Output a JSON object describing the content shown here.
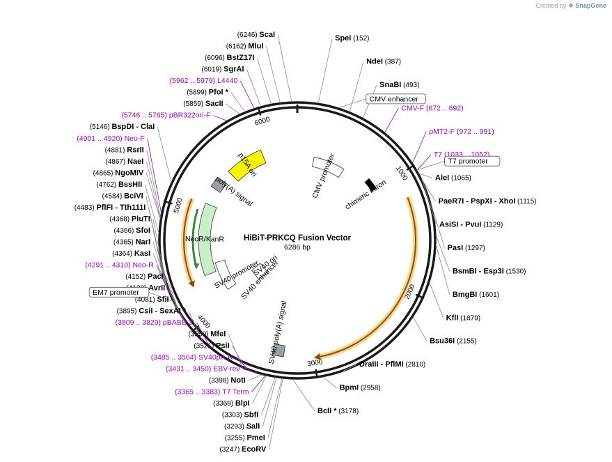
{
  "watermark": {
    "prefix": "Created by",
    "brand": "SnapGene"
  },
  "title": "HiBiT-PRKCQ Fusion Vector",
  "length_label": "6286 bp",
  "total_bp": 6286,
  "tick_labels": [
    {
      "bp": 1000,
      "text": "1000"
    },
    {
      "bp": 2000,
      "text": "2000"
    },
    {
      "bp": 3000,
      "text": "3000"
    },
    {
      "bp": 4000,
      "text": "4000"
    },
    {
      "bp": 5000,
      "text": "5000"
    },
    {
      "bp": 6000,
      "text": "6000"
    }
  ],
  "features": [
    {
      "name": "CMV promoter",
      "start": 200,
      "end": 580,
      "color": "#ffffff",
      "type": "promoter"
    },
    {
      "name": "chimeric intron",
      "start": 860,
      "end": 990,
      "color": "#000000",
      "type": "intron"
    },
    {
      "name": "SV40 ori",
      "start": 3970,
      "end": 4090,
      "color": "#f5f500",
      "type": "box"
    },
    {
      "name": "SV40 enhancer",
      "start": 3970,
      "end": 4090,
      "color": "#ffffff",
      "type": "box"
    },
    {
      "name": "SV40 promoter",
      "start": 4100,
      "end": 4450,
      "color": "#ffffff",
      "type": "promoter"
    },
    {
      "name": "SV40 poly(A) signal",
      "start": 3250,
      "end": 3370,
      "color": "#9aa0a6",
      "type": "box"
    },
    {
      "name": "NeoR/KanR",
      "start": 4350,
      "end": 5100,
      "color": "#c8f0c8",
      "type": "gene"
    },
    {
      "name": "poly(A) signal",
      "start": 5300,
      "end": 5360,
      "color": "#9aa0a6",
      "type": "box"
    },
    {
      "name": "p15A ori",
      "start": 5500,
      "end": 5900,
      "color": "#f5f500",
      "type": "ori"
    }
  ],
  "orf_arcs": [
    {
      "start": 1200,
      "end": 2960,
      "dir": "cw"
    },
    {
      "start": 4330,
      "end": 5090,
      "dir": "ccw"
    }
  ],
  "enzymes_right": [
    {
      "name": "SpeI",
      "pos": "(152)",
      "bp": 152
    },
    {
      "name": "NdeI",
      "pos": "(387)",
      "bp": 387
    },
    {
      "name": "SnaBI",
      "pos": "(493)",
      "bp": 493
    },
    {
      "name": "AleI",
      "pos": "(1065)",
      "bp": 1065
    },
    {
      "name": "PaeR7I - PspXI - XhoI",
      "pos": "(1115)",
      "bp": 1115
    },
    {
      "name": "AsiSI - PvuI",
      "pos": "(1129)",
      "bp": 1129
    },
    {
      "name": "PasI",
      "pos": "(1297)",
      "bp": 1297
    },
    {
      "name": "BsmBI - Esp3I",
      "pos": "(1530)",
      "bp": 1530
    },
    {
      "name": "BmgBI",
      "pos": "(1601)",
      "bp": 1601
    },
    {
      "name": "KflI",
      "pos": "(1879)",
      "bp": 1879
    },
    {
      "name": "Bsu36I",
      "pos": "(2155)",
      "bp": 2155
    },
    {
      "name": "DraIII - PflMI",
      "pos": "(2810)",
      "bp": 2810
    },
    {
      "name": "BpmI",
      "pos": "(2958)",
      "bp": 2958
    },
    {
      "name": "BclI *",
      "pos": "(3178)",
      "bp": 3178
    }
  ],
  "enzymes_left": [
    {
      "pos": "(6246)",
      "name": "ScaI",
      "bp": 6246
    },
    {
      "pos": "(6162)",
      "name": "MluI",
      "bp": 6162
    },
    {
      "pos": "(6096)",
      "name": "BstZ17I",
      "bp": 6096
    },
    {
      "pos": "(6019)",
      "name": "SgrAI",
      "bp": 6019
    },
    {
      "pos": "(5899)",
      "name": "PfoI *",
      "bp": 5899
    },
    {
      "pos": "(5859)",
      "name": "SacII",
      "bp": 5859
    },
    {
      "pos": "(5146)",
      "name": "BspDI - ClaI",
      "bp": 5146
    },
    {
      "pos": "(4881)",
      "name": "RsrII",
      "bp": 4881
    },
    {
      "pos": "(4867)",
      "name": "NaeI",
      "bp": 4867
    },
    {
      "pos": "(4865)",
      "name": "NgoMIV",
      "bp": 4865
    },
    {
      "pos": "(4762)",
      "name": "BssHII",
      "bp": 4762
    },
    {
      "pos": "(4584)",
      "name": "BciVI",
      "bp": 4584
    },
    {
      "pos": "(4483)",
      "name": "PflFI - Tth111I",
      "bp": 4483
    },
    {
      "pos": "(4368)",
      "name": "PluTI",
      "bp": 4368
    },
    {
      "pos": "(4366)",
      "name": "SfoI",
      "bp": 4366
    },
    {
      "pos": "(4365)",
      "name": "NarI",
      "bp": 4365
    },
    {
      "pos": "(4364)",
      "name": "KasI",
      "bp": 4364
    },
    {
      "pos": "(4152)",
      "name": "PacI",
      "bp": 4152
    },
    {
      "pos": "(4128)",
      "name": "AvrII",
      "bp": 4128
    },
    {
      "pos": "(4081)",
      "name": "SfiI",
      "bp": 4081
    },
    {
      "pos": "(3895)",
      "name": "CsiI - SexAI *",
      "bp": 3895
    },
    {
      "pos": "(3550)",
      "name": "MfeI",
      "bp": 3550
    },
    {
      "pos": "(3521)",
      "name": "PsiI",
      "bp": 3521
    },
    {
      "pos": "(3398)",
      "name": "NotI",
      "bp": 3398
    },
    {
      "pos": "(3368)",
      "name": "BlpI",
      "bp": 3368
    },
    {
      "pos": "(3303)",
      "name": "SbfI",
      "bp": 3303
    },
    {
      "pos": "(3293)",
      "name": "SalI",
      "bp": 3293
    },
    {
      "pos": "(3255)",
      "name": "PmeI",
      "bp": 3255
    },
    {
      "pos": "(3247)",
      "name": "EcoRV",
      "bp": 3247
    }
  ],
  "primers_right": [
    {
      "name": "CMV-F",
      "range": "(672 .. 692)",
      "bp": 682
    },
    {
      "name": "pMT2-F",
      "range": "(972 .. 991)",
      "bp": 981
    },
    {
      "name": "T7",
      "range": "(1033 .. 1052)",
      "bp": 1042
    }
  ],
  "primers_left": [
    {
      "range": "(5962 .. 5979)",
      "name": "L4440",
      "bp": 5970
    },
    {
      "range": "(5746 .. 5765)",
      "name": "pBR322ori-F",
      "bp": 5755
    },
    {
      "range": "(4901 .. 4920)",
      "name": "Neo-F",
      "bp": 4910
    },
    {
      "range": "(4291 .. 4310)",
      "name": "Neo-R",
      "bp": 4300
    },
    {
      "range": "(3809 .. 3829)",
      "name": "pBABE 3'",
      "bp": 3819
    },
    {
      "range": "(3485 .. 3504)",
      "name": "SV40pA-R",
      "bp": 3494
    },
    {
      "range": "(3431 .. 3450)",
      "name": "EBV-rev",
      "bp": 3440
    },
    {
      "range": "(3365 .. 3383)",
      "name": "T7 Term",
      "bp": 3374
    }
  ],
  "boxed_features": [
    {
      "name": "CMV enhancer",
      "bp": 300
    },
    {
      "name": "T7 promoter",
      "bp": 1040
    },
    {
      "name": "EM7 promoter",
      "bp": 4260
    }
  ]
}
